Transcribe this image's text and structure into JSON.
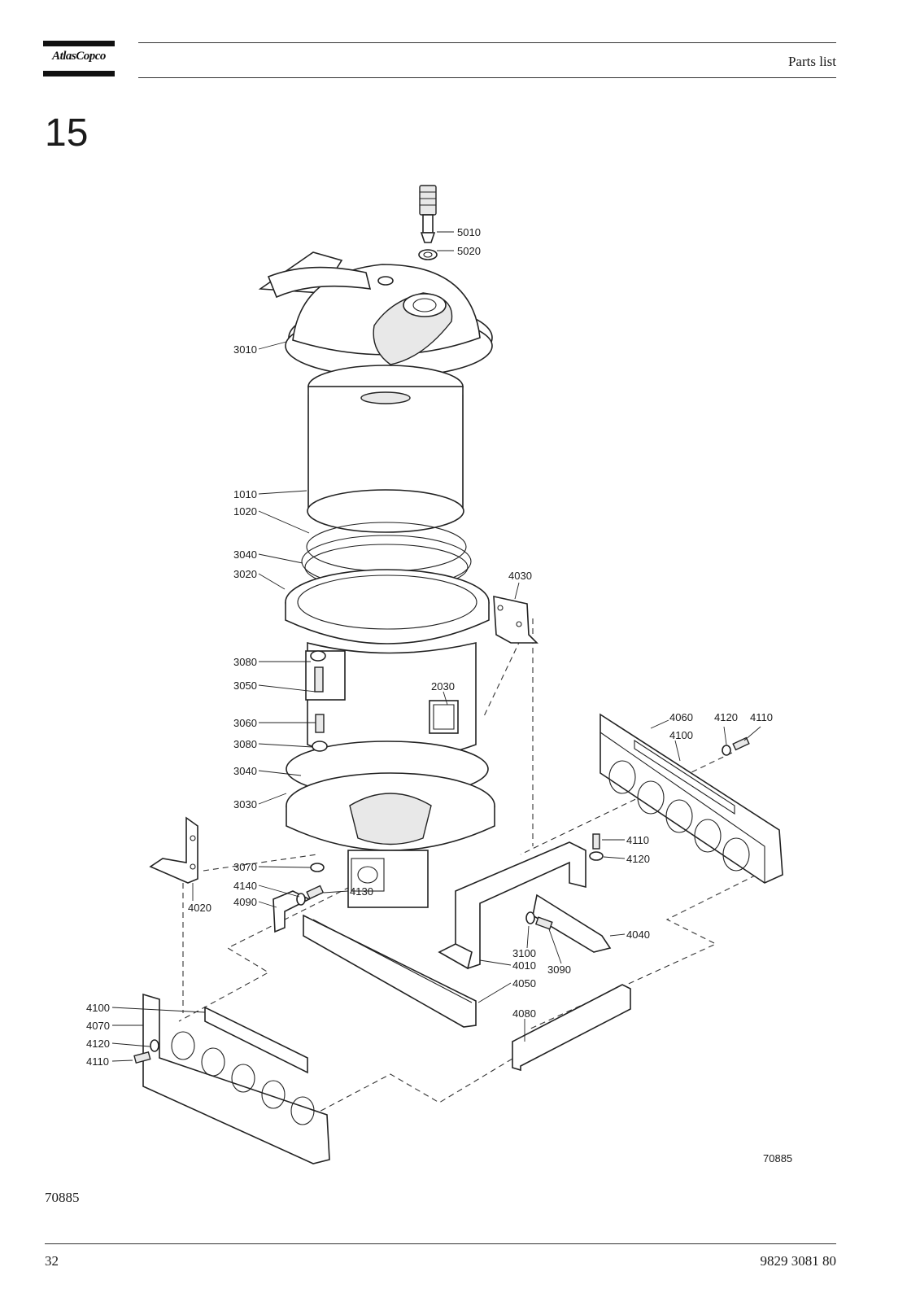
{
  "header": {
    "logo_text": "AtlasCopco",
    "title": "Parts list"
  },
  "section": {
    "number": "15"
  },
  "figure": {
    "drawing_id": "70885",
    "callouts": [
      "5010",
      "5020",
      "3010",
      "1010",
      "1020",
      "3040",
      "3020",
      "4030",
      "3080",
      "3050",
      "2030",
      "3060",
      "3080",
      "3040",
      "3030",
      "4060",
      "4100",
      "4120",
      "4110",
      "4020",
      "3070",
      "4140",
      "4090",
      "4130",
      "4110",
      "4120",
      "4040",
      "3100",
      "3090",
      "4010",
      "4050",
      "4100",
      "4070",
      "4120",
      "4110",
      "4080"
    ]
  },
  "figure_ref": "70885",
  "footer": {
    "page_number": "32",
    "document_number": "9829 3081 80"
  }
}
